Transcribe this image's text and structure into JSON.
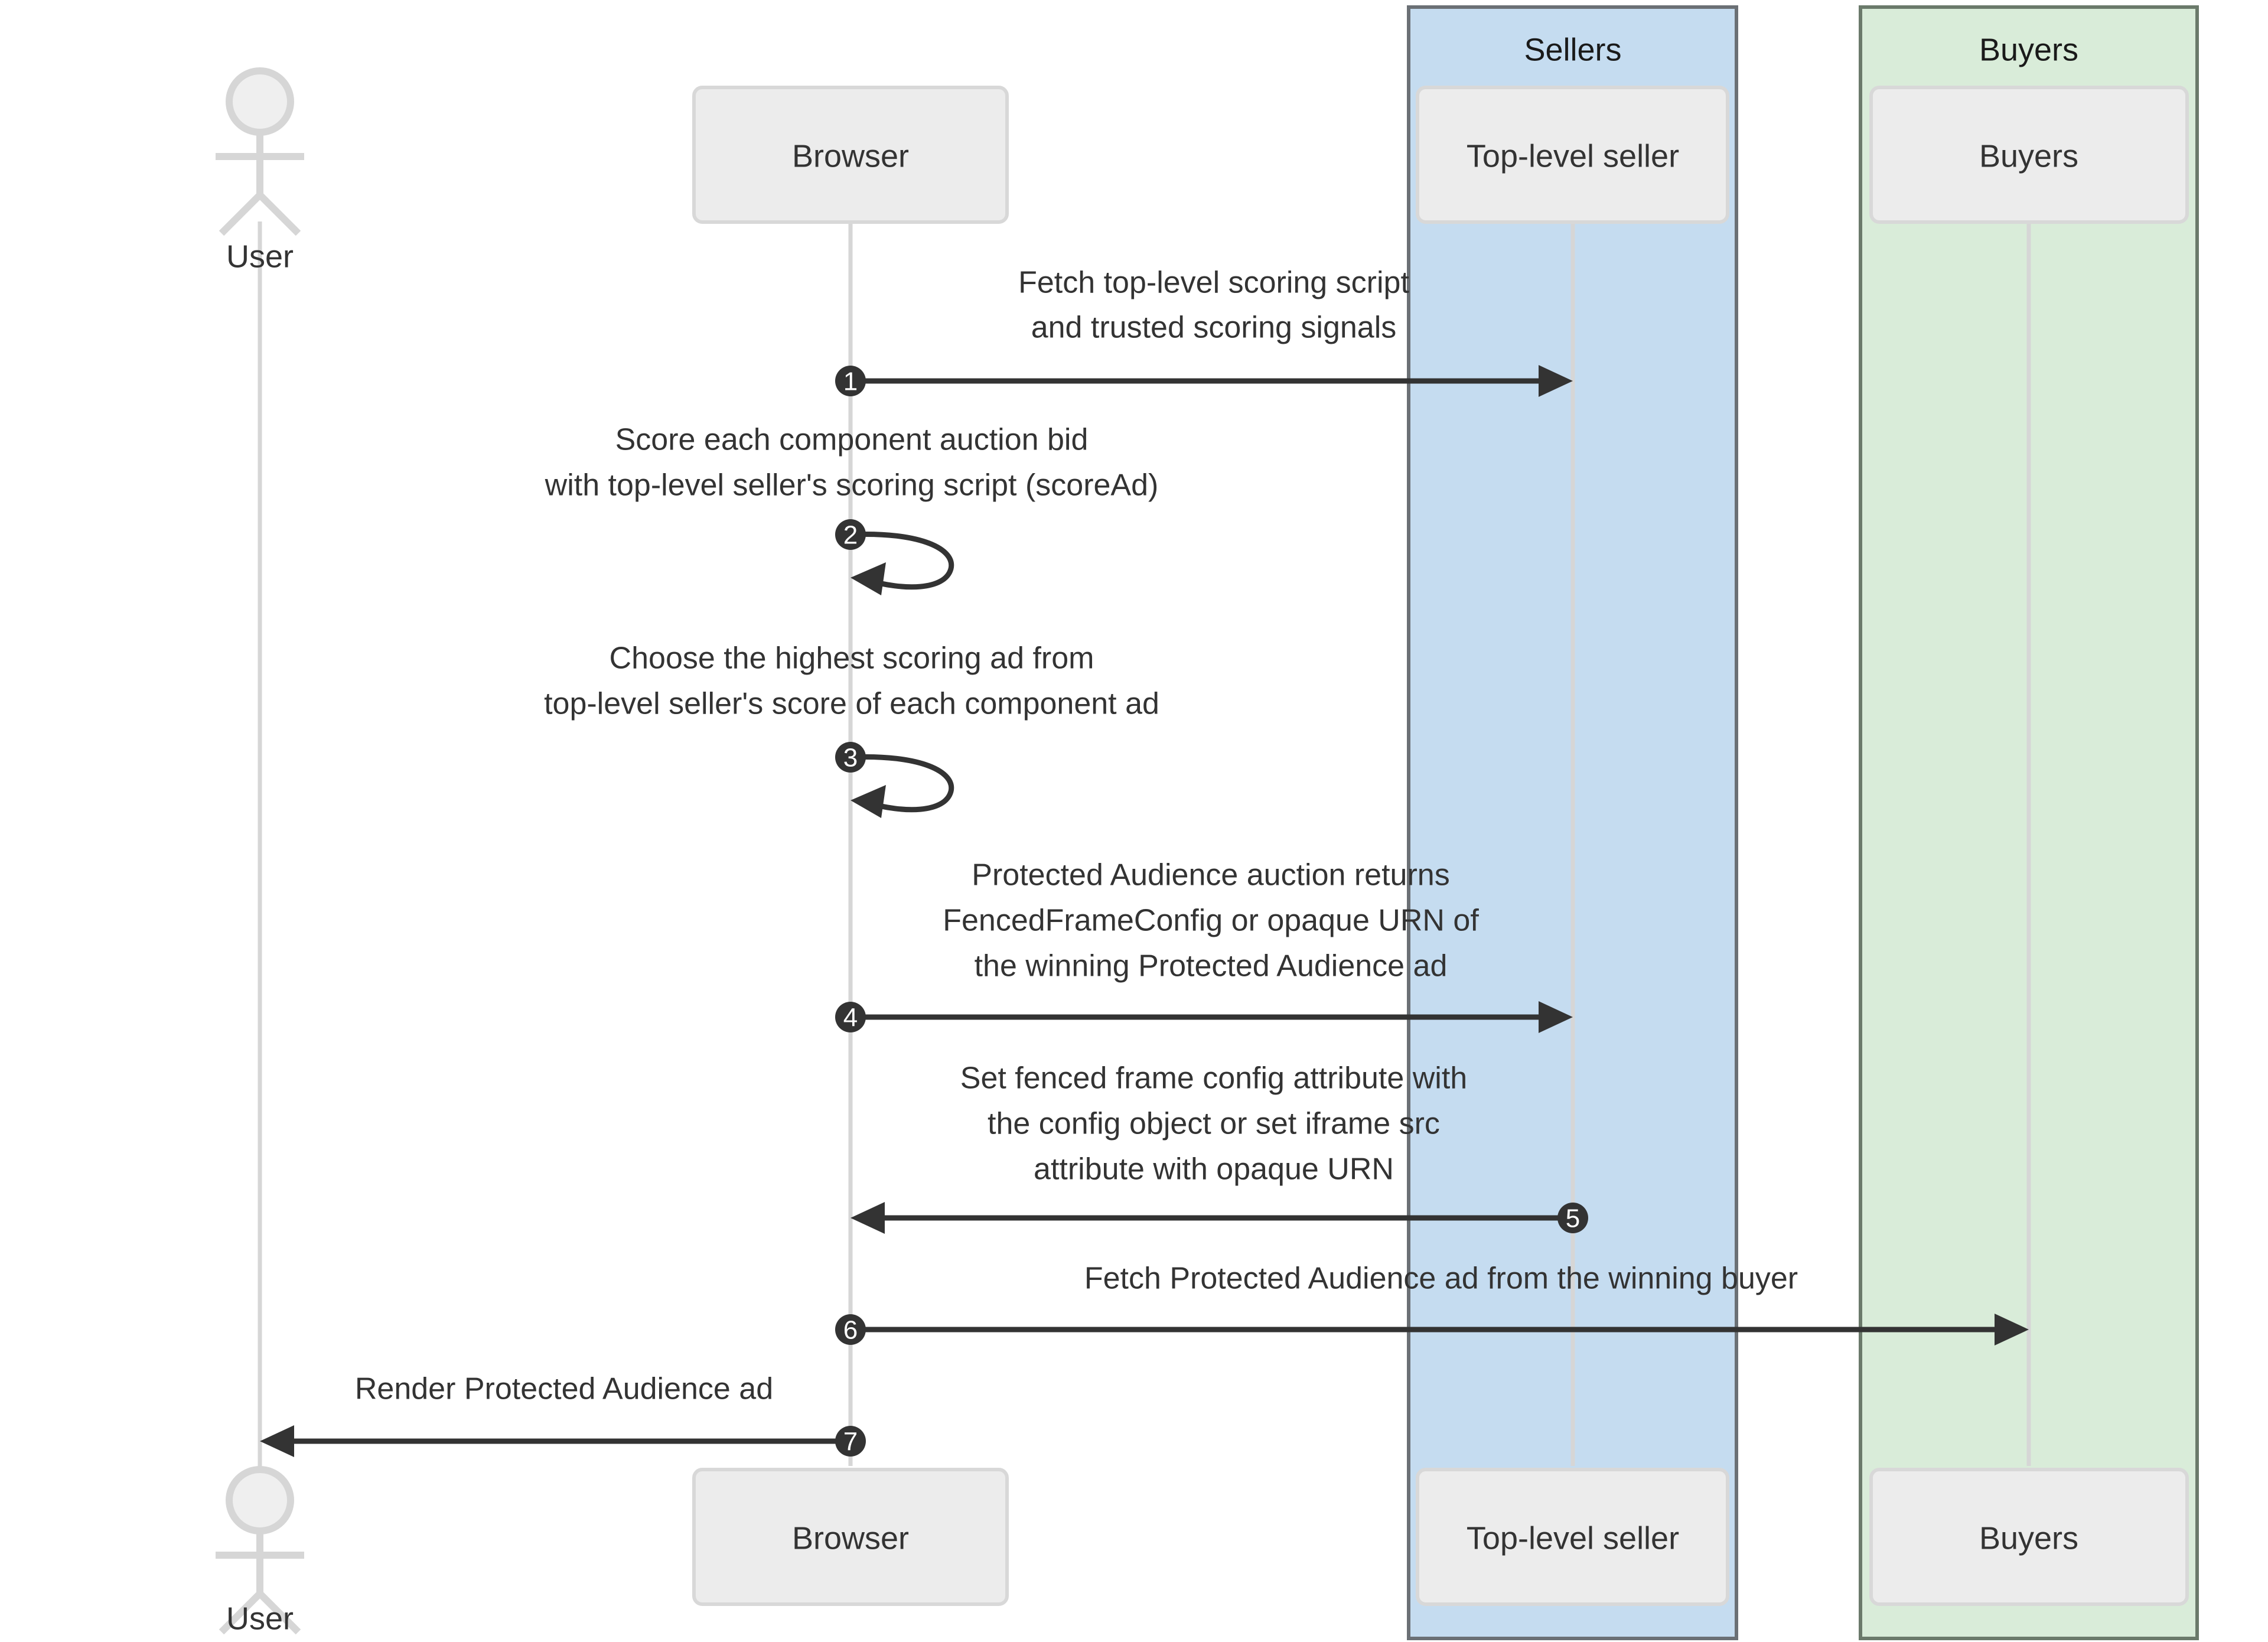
{
  "diagram": {
    "type": "sequence-diagram",
    "title": "Protected Audience top-level auction sequence"
  },
  "groups": [
    {
      "id": "sellers",
      "label": "Sellers",
      "color": "#c5dcf0",
      "border": "#6b7075"
    },
    {
      "id": "buyers",
      "label": "Buyers",
      "color": "#d9ecd9",
      "border": "#6b7a6b"
    }
  ],
  "actors": [
    {
      "id": "user",
      "label": "User",
      "kind": "stick-figure"
    }
  ],
  "participants": [
    {
      "id": "browser",
      "label": "Browser",
      "group": null
    },
    {
      "id": "seller",
      "label": "Top-level seller",
      "group": "sellers"
    },
    {
      "id": "buyers",
      "label": "Buyers",
      "group": "buyers"
    }
  ],
  "messages": [
    {
      "num": "1",
      "from": "browser",
      "to": "seller",
      "direction": "right",
      "lines": [
        "Fetch top-level scoring script",
        "and trusted scoring signals"
      ]
    },
    {
      "num": "2",
      "from": "browser",
      "to": "browser",
      "direction": "self",
      "lines": [
        "Score each component auction bid",
        "with top-level seller's scoring script (scoreAd)"
      ]
    },
    {
      "num": "3",
      "from": "browser",
      "to": "browser",
      "direction": "self",
      "lines": [
        "Choose the highest scoring ad from",
        "top-level seller's score of each component ad"
      ]
    },
    {
      "num": "4",
      "from": "browser",
      "to": "seller",
      "direction": "right",
      "lines": [
        "Protected Audience auction returns",
        "FencedFrameConfig or opaque URN of",
        "the winning Protected Audience ad"
      ]
    },
    {
      "num": "5",
      "from": "seller",
      "to": "browser",
      "direction": "left",
      "lines": [
        "Set fenced frame config attribute with",
        "the config object or set iframe src",
        "attribute with opaque URN"
      ]
    },
    {
      "num": "6",
      "from": "browser",
      "to": "buyers",
      "direction": "right",
      "lines": [
        "Fetch Protected Audience ad from the winning buyer"
      ]
    },
    {
      "num": "7",
      "from": "browser",
      "to": "user",
      "direction": "left",
      "lines": [
        "Render Protected Audience ad"
      ]
    }
  ],
  "colors": {
    "background": "#ffffff",
    "participant_fill": "#ececec",
    "participant_border": "#d8d8d8",
    "lifeline": "#d6d6d6",
    "message": "#333333",
    "badge": "#333333",
    "badge_text": "#ffffff",
    "text": "#333333"
  }
}
